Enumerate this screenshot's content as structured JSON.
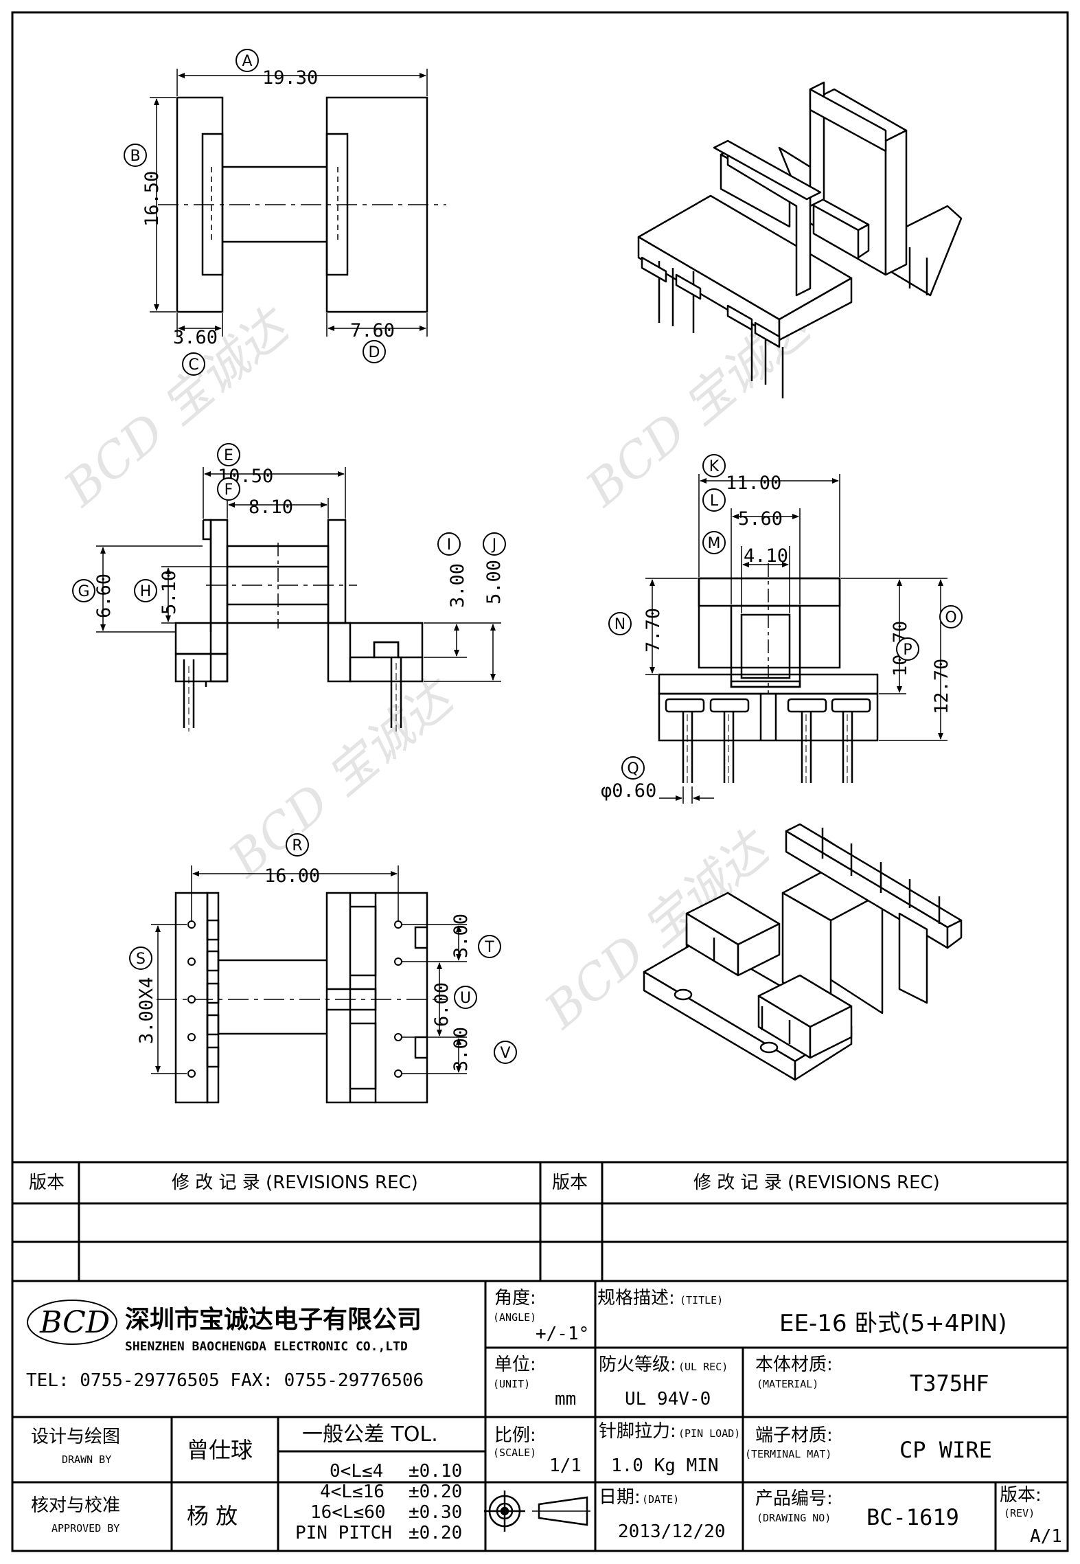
{
  "dims": {
    "a": "19.30",
    "b": "16.50",
    "c": "3.60",
    "d": "7.60",
    "e": "10.50",
    "f": "8.10",
    "g": "6.60",
    "h": "5.10",
    "i": "3.00",
    "j": "5.00",
    "k": "11.00",
    "l": "5.60",
    "m": "4.10",
    "n": "7.70",
    "o": "12.70",
    "p": "10.70",
    "q": "φ0.60",
    "r": "16.00",
    "s": "3.00X4",
    "t": "3.00",
    "u": "6.00",
    "v": "3.00"
  },
  "markers": {
    "a": "A",
    "b": "B",
    "c": "C",
    "d": "D",
    "e": "E",
    "f": "F",
    "g": "G",
    "h": "H",
    "i": "I",
    "j": "J",
    "k": "K",
    "l": "L",
    "m": "M",
    "n": "N",
    "o": "O",
    "p": "P",
    "q": "Q",
    "r": "R",
    "s": "S",
    "t": "T",
    "u": "U",
    "v": "V"
  },
  "revisions": {
    "version_label_left": "版本",
    "header_left": "修 改 记 录 (REVISIONS REC)",
    "version_label_right": "版本",
    "header_right": "修 改 记 录 (REVISIONS REC)"
  },
  "company": {
    "logo": "BCD",
    "name_cn": "深圳市宝诚达电子有限公司",
    "name_en": "SHENZHEN BAOCHENGDA ELECTRONIC CO.,LTD",
    "tel_fax": "TEL: 0755-29776505  FAX: 0755-29776506"
  },
  "title_block": {
    "angle_label": "角度:",
    "angle_label_en": "(ANGLE)",
    "angle_value": "+/-1°",
    "title_label": "规格描述:",
    "title_label_en": "(TITLE)",
    "title_value": "EE-16 卧式(5+4PIN)",
    "unit_label": "单位:",
    "unit_label_en": "(UNIT)",
    "unit_value": "mm",
    "ul_label": "防火等级:",
    "ul_label_en": "(UL REC)",
    "ul_value": "UL 94V-0",
    "material_label": "本体材质:",
    "material_label_en": "(MATERIAL)",
    "material_value": "T375HF",
    "drawn_label": "设计与绘图",
    "drawn_label_en": "DRAWN BY",
    "drawn_value": "曾仕球",
    "approved_label": "核对与校准",
    "approved_label_en": "APPROVED BY",
    "approved_value": "杨  放",
    "tol_title": "一般公差 TOL.",
    "tol_rows": [
      {
        "range": "0<L≤4",
        "value": "±0.10"
      },
      {
        "range": "4<L≤16",
        "value": "±0.20"
      },
      {
        "range": "16<L≤60",
        "value": "±0.30"
      },
      {
        "range": "PIN PITCH",
        "value": "±0.20"
      }
    ],
    "scale_label": "比例:",
    "scale_label_en": "(SCALE)",
    "scale_value": "1/1",
    "pin_load_label": "针脚拉力:",
    "pin_load_label_en": "(PIN LOAD)",
    "pin_load_value": "1.0 Kg MIN",
    "terminal_label": "端子材质:",
    "terminal_label_en": "(TERMINAL MAT)",
    "terminal_value": "CP WIRE",
    "date_label": "日期:",
    "date_label_en": "(DATE)",
    "date_value": "2013/12/20",
    "drawing_no_label": "产品编号:",
    "drawing_no_label_en": "(DRAWING NO)",
    "drawing_no_value": "BC-1619",
    "rev_label": "版本:",
    "rev_label_en": "(REV)",
    "rev_value": "A/1"
  },
  "watermark": "BCD 宝诚达"
}
